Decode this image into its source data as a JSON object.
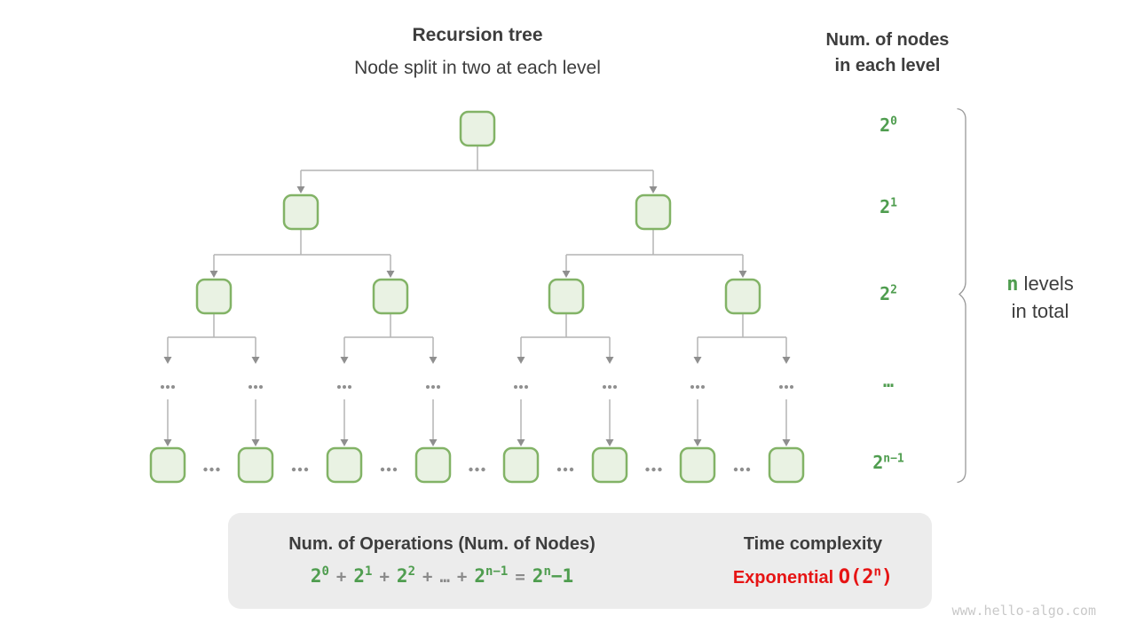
{
  "header": {
    "title": "Recursion tree",
    "subtitle": "Node split in two at each level"
  },
  "right_header": {
    "line1": "Num. of nodes",
    "line2": "in each level"
  },
  "level_labels": [
    {
      "base": "2",
      "sup": "0"
    },
    {
      "base": "2",
      "sup": "1"
    },
    {
      "base": "2",
      "sup": "2"
    },
    {
      "base": "…",
      "sup": ""
    },
    {
      "base": "2",
      "sup": "n−1"
    }
  ],
  "brace_note": {
    "n": "n",
    "levels": " levels",
    "line2": "in total"
  },
  "summary": {
    "left_title": "Num. of Operations (Num. of Nodes)",
    "formula": {
      "t0": "2",
      "t0sup": "0",
      "plus1": "+",
      "t1": "2",
      "t1sup": "1",
      "plus2": "+",
      "t2": "2",
      "t2sup": "2",
      "plus3": "+",
      "dots": "…",
      "plus4": "+",
      "t3": "2",
      "t3sup": "n−1",
      "equals": "=",
      "t4": "2",
      "t4sup": "n",
      "tail": "−1"
    },
    "right_title": "Time complexity",
    "complexity_word": "Exponential ",
    "complexity_open": "O(2",
    "complexity_sup": "n",
    "complexity_close": ")"
  },
  "watermark": "www.hello-algo.com",
  "colors": {
    "green_text": "#4f9d4f",
    "node_fill": "#e9f2e3",
    "node_border": "#82b366",
    "connector": "#b4b4b4",
    "arrowhead": "#8f8f8f",
    "dark_text": "#3d3d3d",
    "gray_text": "#8a8a8a",
    "box_bg": "#ececec",
    "red_text": "#e61414",
    "brace": "#999999",
    "watermark": "#c9c9c9"
  }
}
